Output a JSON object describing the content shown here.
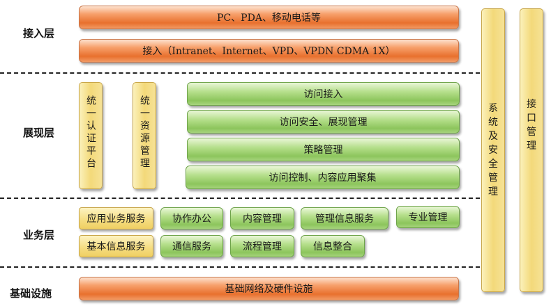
{
  "layers": {
    "access": "接入层",
    "presentation": "展现层",
    "business": "业务层",
    "infrastructure": "基础设施"
  },
  "access_layer": {
    "devices": "PC、PDA、移动电话等",
    "connect": "接入（Intranet、Internet、VPD、VPDN  CDMA  1X）"
  },
  "presentation_layer": {
    "auth_platform": "统一认证平台",
    "resource_mgmt": "统一资源管理",
    "modules": [
      "访问接入",
      "访问安全、展现管理",
      "策略管理",
      "访问控制、内容应用聚集"
    ]
  },
  "business_layer": {
    "row1": [
      "应用业务服务",
      "协作办公",
      "内容管理",
      "管理信息服务",
      "专业管理"
    ],
    "row2": [
      "基本信息服务",
      "通信服务",
      "流程管理",
      "信息整合"
    ]
  },
  "infrastructure_layer": {
    "base": "基础网络及硬件设施"
  },
  "side_columns": {
    "security": [
      "系",
      "统",
      "及",
      "安",
      "全",
      "管",
      "理"
    ],
    "interface": [
      "接",
      "口",
      "管",
      "理"
    ]
  }
}
